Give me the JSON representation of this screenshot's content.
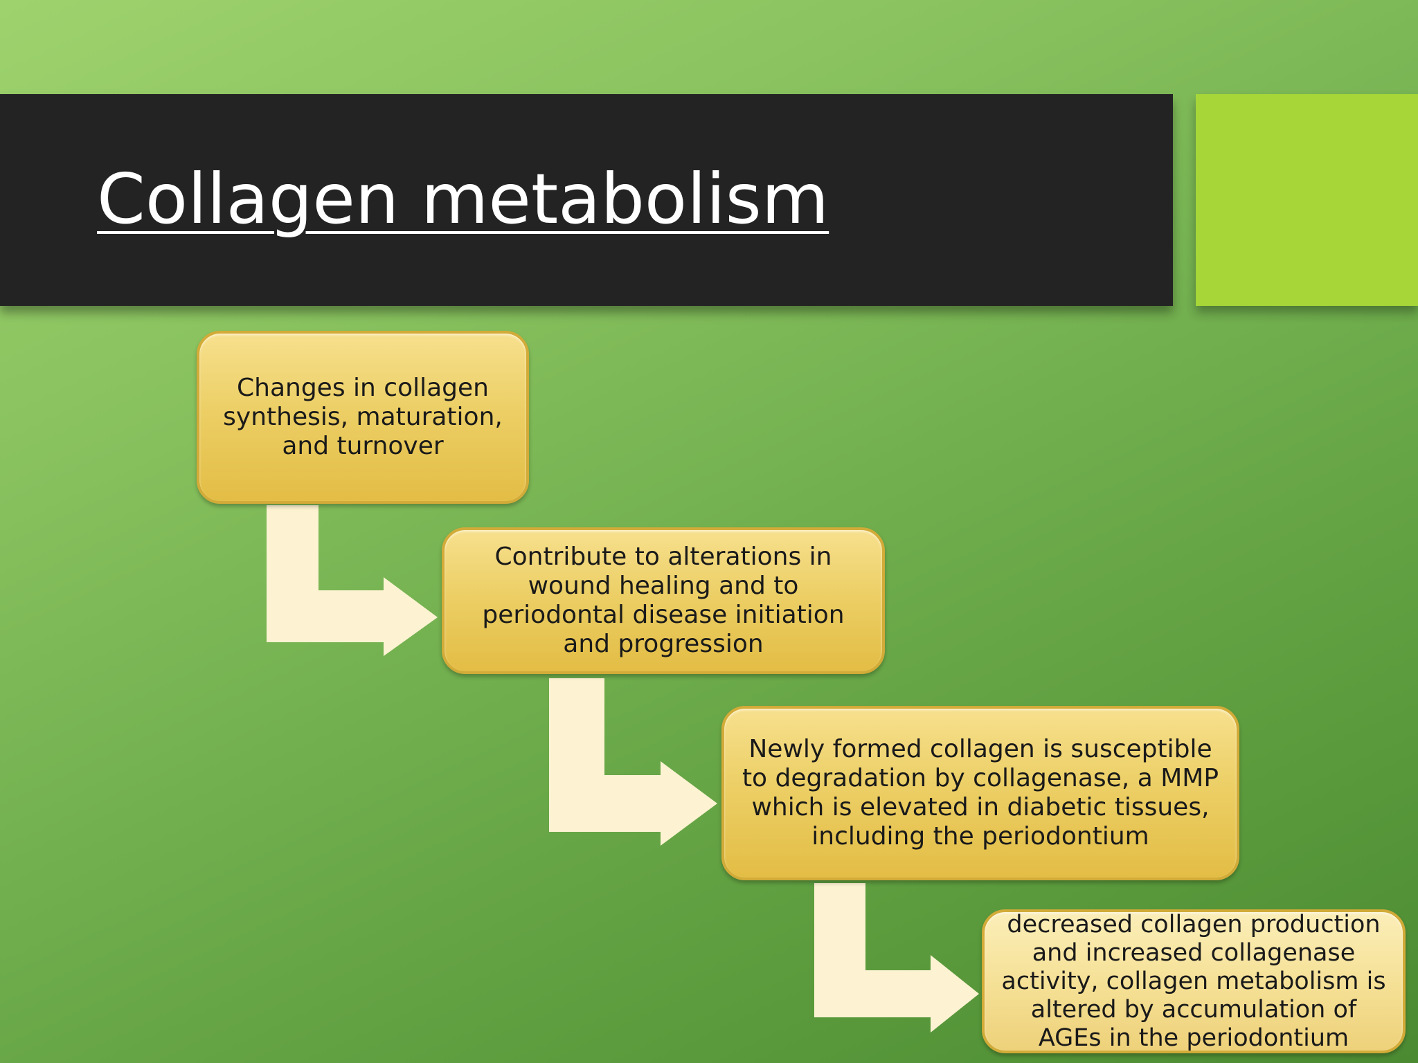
{
  "slide": {
    "title": "Collagen metabolism"
  },
  "flow": {
    "steps": [
      {
        "text": "Changes in collagen\nsynthesis, maturation,\nand turnover"
      },
      {
        "text": "Contribute to alterations in\nwound healing and to\nperiodontal disease initiation\nand progression"
      },
      {
        "text": "Newly formed collagen is susceptible\nto degradation by collagenase, a MMP\nwhich is elevated in diabetic tissues,\nincluding the periodontium"
      },
      {
        "text": "decreased collagen production\nand increased collagenase\nactivity, collagen metabolism is\naltered by accumulation of\nAGEs in the periodontium"
      }
    ]
  },
  "colors": {
    "title_bar": "#232323",
    "accent": "#a6d638",
    "box_fill": "#eccf66",
    "arrow": "#fdf3d2"
  }
}
